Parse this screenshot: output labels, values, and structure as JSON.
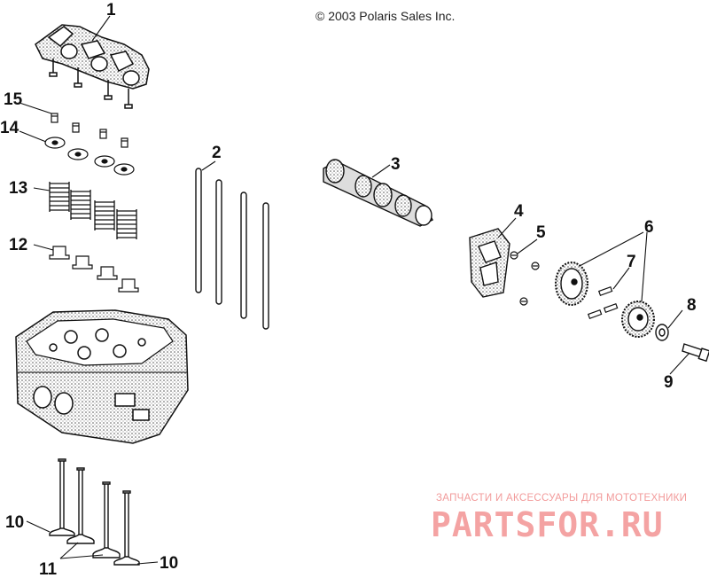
{
  "copyright": "© 2003 Polaris Sales Inc.",
  "callouts": {
    "c1": "1",
    "c2": "2",
    "c3": "3",
    "c4": "4",
    "c5": "5",
    "c6": "6",
    "c7": "7",
    "c8": "8",
    "c9": "9",
    "c10a": "10",
    "c10b": "10",
    "c11": "11",
    "c12": "12",
    "c13": "13",
    "c14": "14",
    "c15": "15"
  },
  "watermark": {
    "tagline": "ЗАПЧАСТИ И АКСЕССУАРЫ ДЛЯ МОТОТЕХНИКИ",
    "brand": "PARTSFOR.RU",
    "color": "#f4a3a3"
  },
  "colors": {
    "line": "#111111",
    "shade": "#9a9a9a",
    "background": "#ffffff"
  }
}
